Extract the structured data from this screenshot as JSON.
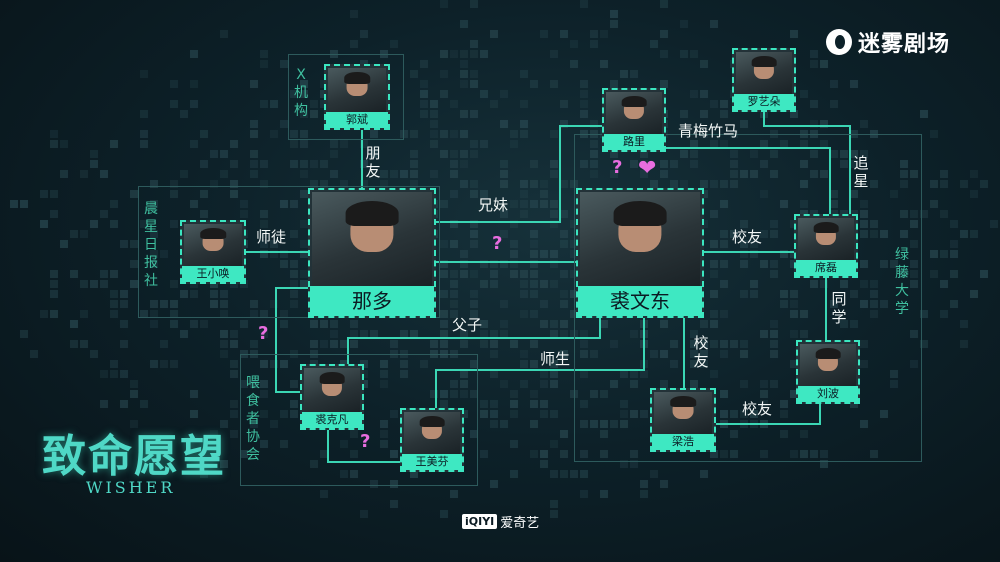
{
  "brand": {
    "name": "迷雾剧场",
    "icon": "mist-theater-logo-icon"
  },
  "show": {
    "title_cn": "致命愿望",
    "title_en": "WISHER",
    "platform_logo": "iQIYI",
    "platform_name": "爱奇艺"
  },
  "groups": {
    "x_org": "X机构",
    "chenxing": "晨星日报社",
    "feeding": "喂食者协会",
    "university": "绿藤大学"
  },
  "characters": {
    "guobin": "郭斌",
    "wangxiaohuan": "王小唤",
    "naduo": "那多",
    "qiuwendong": "裘文东",
    "luli": "路里",
    "luoyiduo": "罗艺朵",
    "xilei": "席磊",
    "liubo": "刘波",
    "lianghao": "梁浩",
    "qiukefan": "裘克凡",
    "wangmeifen": "王美芬"
  },
  "relations": {
    "friend": "朋友",
    "mentor": "师徒",
    "siblings": "兄妹",
    "father_son": "父子",
    "teacher_student": "师生",
    "childhood_sweethearts": "青梅竹马",
    "schoolmates_qiu_xi": "校友",
    "schoolmates_qiu_liang": "校友",
    "schoolmates_liang_liu": "校友",
    "classmates": "同学",
    "fan": "追星"
  },
  "symbols": {
    "question": "?",
    "heart": "❤"
  },
  "colors": {
    "accent": "#3be6c0",
    "line": "#3bd6b4",
    "question": "#e86ddf",
    "background": "#0d2129"
  }
}
